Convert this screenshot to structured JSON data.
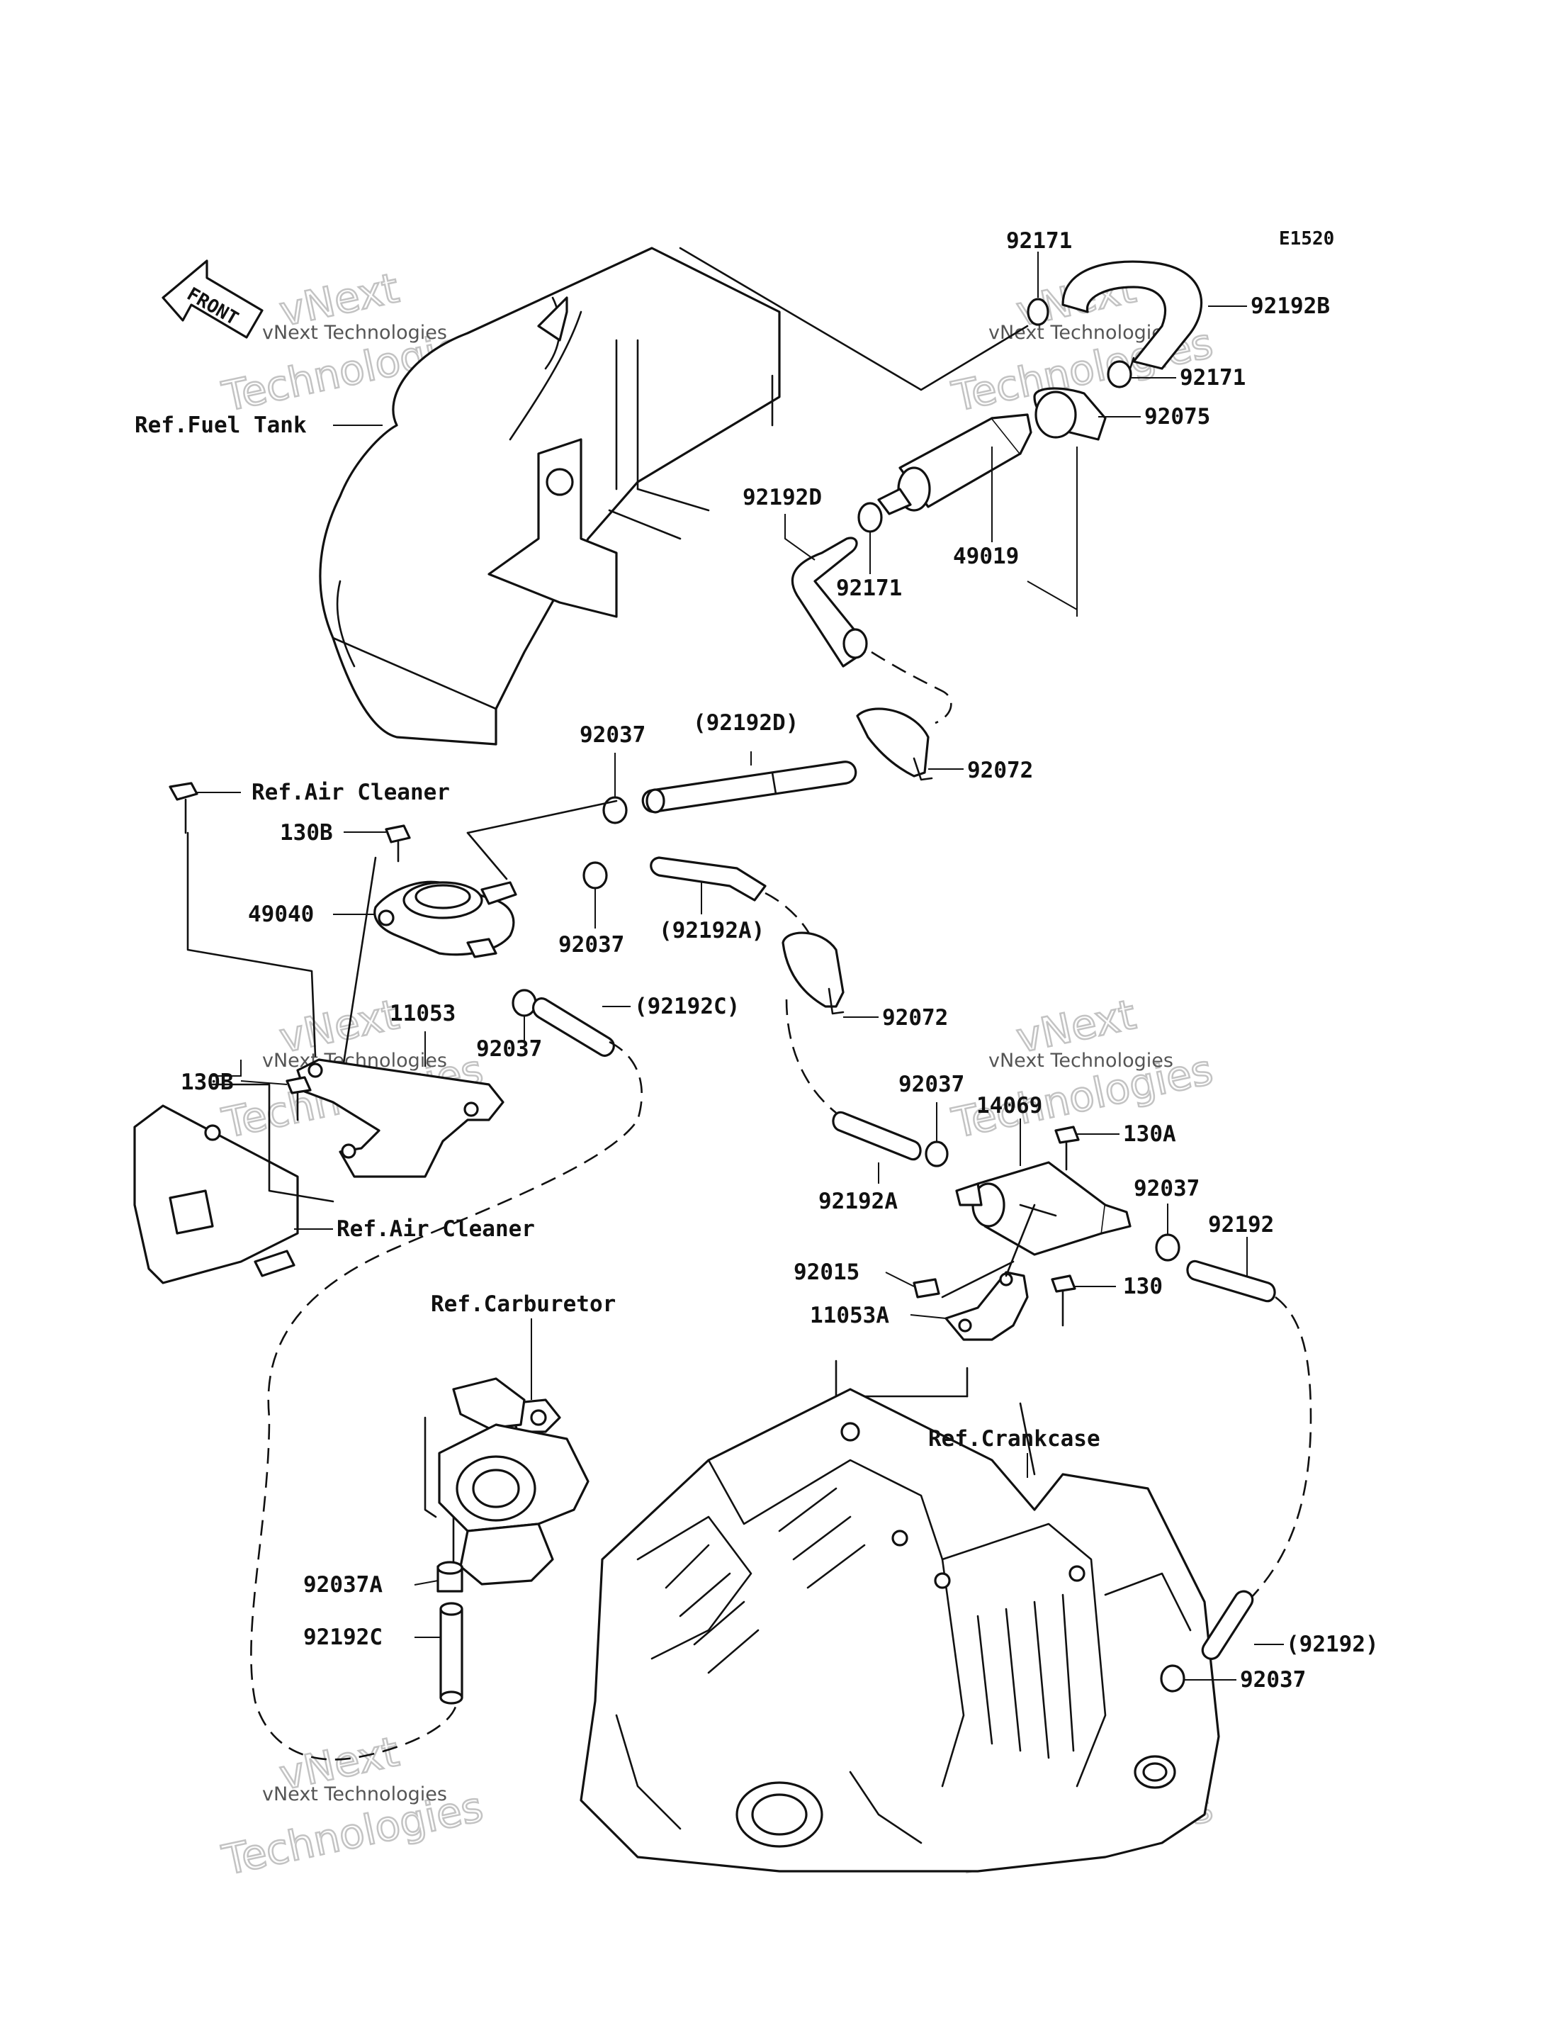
{
  "diagram_code": "E1520",
  "front_arrow_label": "FRONT",
  "watermark": {
    "text_small": "vNext Technologies",
    "text_big_1": "vNext",
    "text_big_2": "Technologies"
  },
  "labels": {
    "ref_fuel_tank": "Ref.Fuel Tank",
    "ref_air_cleaner_top": "Ref.Air Cleaner",
    "ref_air_cleaner_bottom": "Ref.Air Cleaner",
    "ref_carburetor": "Ref.Carburetor",
    "ref_crankcase": "Ref.Crankcase",
    "p92171_top": "92171",
    "p92192B": "92192B",
    "p92171_right": "92171",
    "p92075": "92075",
    "p92192D": "92192D",
    "p49019": "49019",
    "p92171_mid": "92171",
    "p92037_a": "92037",
    "p92192D_paren": "(92192D)",
    "p92072_top": "92072",
    "p130B_top": "130B",
    "p49040": "49040",
    "p92037_b": "92037",
    "p92192A_paren": "(92192A)",
    "p11053": "11053",
    "p92037_c": "92037",
    "p92192C_paren": "(92192C)",
    "p130B_bottom": "130B",
    "p92072_mid": "92072",
    "p92037_d": "92037",
    "p14069": "14069",
    "p130A": "130A",
    "p92037_e": "92037",
    "p92192A": "92192A",
    "p92192": "92192",
    "p92015": "92015",
    "p130": "130",
    "p11053A": "11053A",
    "p92037A": "92037A",
    "p92192C": "92192C",
    "p92192_paren": "(92192)",
    "p92037_f": "92037"
  }
}
